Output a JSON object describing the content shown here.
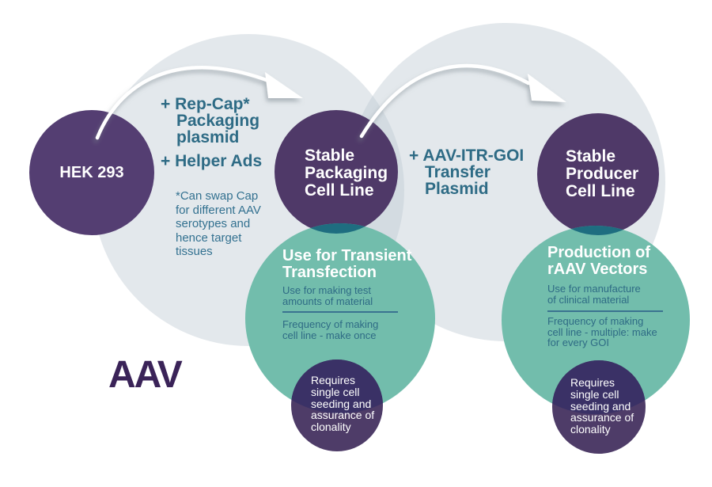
{
  "diagram_title": "AAV",
  "colors": {
    "background": "#ffffff",
    "halo": "#bcc9d2",
    "purple_node": "#4f3968",
    "hek_purple": "#543e72",
    "teal_node": "#72bdac",
    "overlap_dark_teal": "#1e6d80",
    "overlap_dark_indigo": "#3a3166",
    "small_purple": "#4e3c68",
    "label_teal": "#2e6b85",
    "title_purple": "#3a2358",
    "arrow": "#ffffff"
  },
  "nodes": {
    "hek": {
      "label": "HEK 293"
    },
    "stable_packaging": {
      "lines": [
        "Stable",
        "Packaging",
        "Cell Line"
      ]
    },
    "stable_producer": {
      "lines": [
        "Stable",
        "Producer",
        "Cell Line"
      ]
    }
  },
  "annotations": {
    "rep_cap": {
      "lines": [
        "+ Rep-Cap*",
        "Packaging",
        "plasmid"
      ]
    },
    "helper_ads": "+ Helper Ads",
    "cap_note": {
      "lines": [
        "*Can swap Cap",
        "for different AAV",
        "serotypes and",
        "hence target",
        "tissues"
      ]
    },
    "transfer_plasmid": {
      "lines": [
        "+ AAV-ITR-GOI",
        "Transfer",
        "Plasmid"
      ]
    }
  },
  "transient": {
    "header": [
      "Use for Transient",
      "Transfection"
    ],
    "use": [
      "Use for making test",
      "amounts of material"
    ],
    "frequency": [
      "Frequency of making",
      "cell line - make once"
    ]
  },
  "production": {
    "header": [
      "Production of",
      "rAAV Vectors"
    ],
    "use": [
      "Use for manufacture",
      "of clinical material"
    ],
    "frequency": [
      "Frequency of making",
      "cell line - multiple: make",
      "for every GOI"
    ]
  },
  "clonality_left": {
    "lines": [
      "Requires",
      "single cell",
      "seeding and",
      "assurance of",
      "clonality"
    ]
  },
  "clonality_right": {
    "lines": [
      "Requires",
      "single cell",
      "seeding and",
      "assurance of",
      "clonality"
    ]
  }
}
